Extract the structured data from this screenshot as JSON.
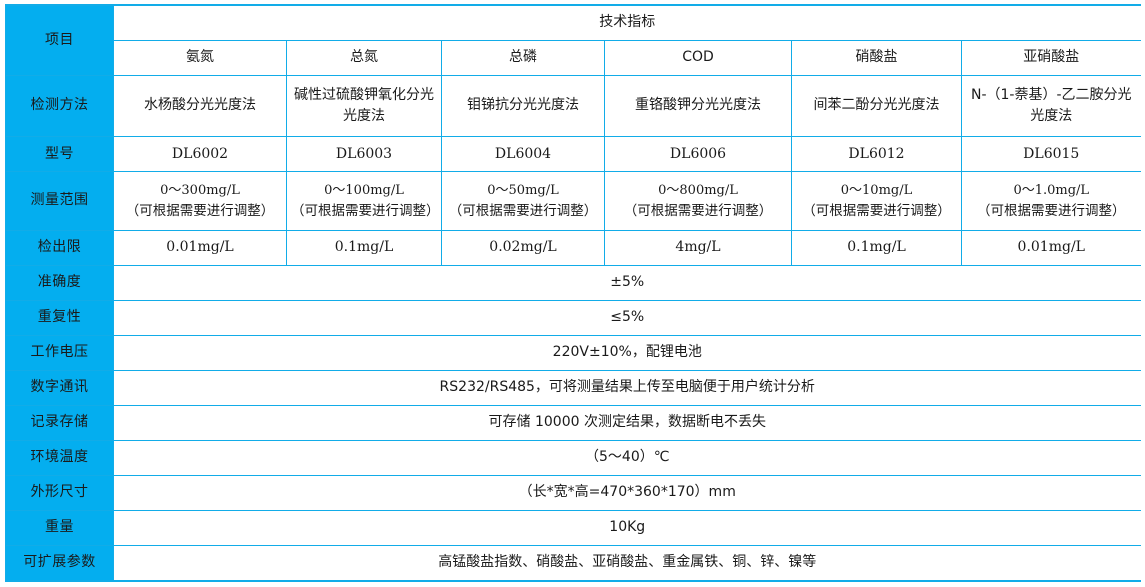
{
  "table": {
    "title_cell": "技术指标",
    "row_label_header": "项目",
    "parameters": [
      "氨氮",
      "总氮",
      "总磷",
      "COD",
      "硝酸盐",
      "亚硝酸盐"
    ],
    "rows": [
      {
        "label": "检测方法",
        "type": "cells",
        "cells": [
          "水杨酸分光光度法",
          "碱性过硫酸钾氧化分光光度法",
          "钼锑抗分光光度法",
          "重铬酸钾分光光度法",
          "间苯二酚分光光度法",
          "N-（1-萘基）-乙二胺分光光度法"
        ]
      },
      {
        "label": "型号",
        "type": "cells",
        "cells": [
          "DL6002",
          "DL6003",
          "DL6004",
          "DL6006",
          "DL6012",
          "DL6015"
        ]
      },
      {
        "label": "测量范围",
        "type": "range",
        "cells": [
          {
            "value": "0～300mg/L",
            "note": "（可根据需要进行调整）"
          },
          {
            "value": "0～100mg/L",
            "note": "（可根据需要进行调整）"
          },
          {
            "value": "0～50mg/L",
            "note": "（可根据需要进行调整）"
          },
          {
            "value": "0～800mg/L",
            "note": "（可根据需要进行调整）"
          },
          {
            "value": "0～10mg/L",
            "note": "（可根据需要进行调整）"
          },
          {
            "value": "0～1.0mg/L",
            "note": "（可根据需要进行调整）"
          }
        ]
      },
      {
        "label": "检出限",
        "type": "cells",
        "cells": [
          "0.01mg/L",
          "0.1mg/L",
          "0.02mg/L",
          "4mg/L",
          "0.1mg/L",
          "0.01mg/L"
        ]
      },
      {
        "label": "准确度",
        "type": "full",
        "value": "±5%"
      },
      {
        "label": "重复性",
        "type": "full",
        "value": "≤5%"
      },
      {
        "label": "工作电压",
        "type": "full",
        "value": "220V±10%，配锂电池"
      },
      {
        "label": "数字通讯",
        "type": "full",
        "value": "RS232/RS485，可将测量结果上传至电脑便于用户统计分析"
      },
      {
        "label": "记录存储",
        "type": "full",
        "value": "可存储 10000 次测定结果，数据断电不丢失"
      },
      {
        "label": "环境温度",
        "type": "full",
        "value": "（5～40）℃"
      },
      {
        "label": "外形尺寸",
        "type": "full",
        "value": "（长*宽*高=470*360*170）mm"
      },
      {
        "label": "重量",
        "type": "full",
        "value": "10Kg"
      },
      {
        "label": "可扩展参数",
        "type": "full",
        "value": "高锰酸盐指数、硝酸盐、亚硝酸盐、重金属铁、铜、锌、镍等"
      }
    ]
  },
  "colors": {
    "label_bg": "#04AEEF",
    "border": "#12ace8",
    "label_text": "#ffffff",
    "body_text": "#1a1a1a",
    "page_bg": "#ffffff"
  }
}
